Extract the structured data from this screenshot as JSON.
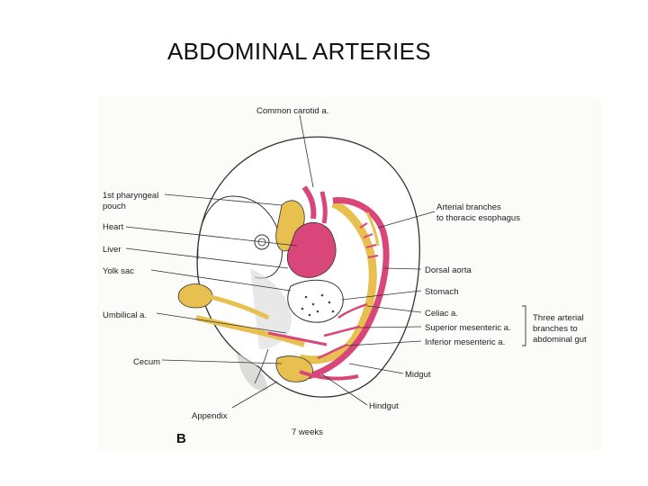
{
  "title": "ABDOMINAL ARTERIES",
  "colors": {
    "artery": "#d9467a",
    "gut": "#e8c04f",
    "outline": "#333333",
    "background": "#fbfbf8"
  },
  "labels": {
    "common_carotid": "Common carotid a.",
    "pharyngeal_pouch_1": "1st pharyngeal",
    "pharyngeal_pouch_2": "pouch",
    "heart": "Heart",
    "liver": "Liver",
    "yolk_sac": "Yolk sac",
    "umbilical": "Umbilical a.",
    "cecum": "Cecum",
    "appendix": "Appendix",
    "arterial_branches_1": "Arterial branches",
    "arterial_branches_2": "to thoracic esophagus",
    "dorsal_aorta": "Dorsal aorta",
    "stomach": "Stomach",
    "celiac": "Celiac a.",
    "superior_mesenteric": "Superior mesenteric a.",
    "inferior_mesenteric": "Inferior mesenteric a.",
    "three_branches_1": "Three arterial",
    "three_branches_2": "branches to",
    "three_branches_3": "abdominal gut",
    "midgut": "Midgut",
    "hindgut": "Hindgut",
    "weeks": "7 weeks",
    "panel": "B"
  }
}
